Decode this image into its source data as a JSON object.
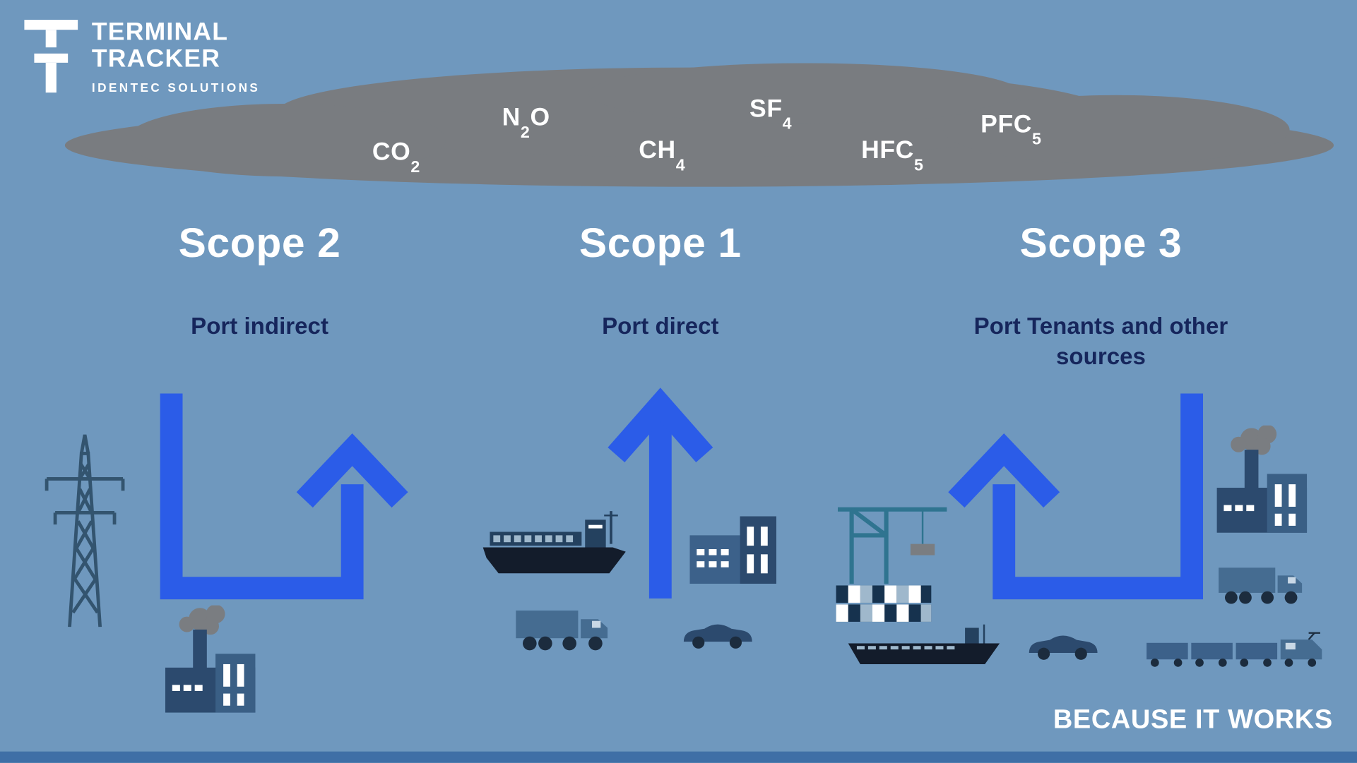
{
  "colors": {
    "background": "#6f98be",
    "cloud_gray": "#797c80",
    "arrow_blue": "#2b5ce8",
    "heading_white": "#ffffff",
    "subtitle_navy": "#16265c",
    "icon_navy": "#2c4a6e",
    "icon_steel": "#456c91",
    "hull_dark": "#131c2b",
    "crane_teal": "#2f7490",
    "footer_bar": "#3f6fa6"
  },
  "logo": {
    "title_line1": "TERMINAL",
    "title_line2": "TRACKER",
    "subtitle": "IDENTEC SOLUTIONS"
  },
  "cloud_gases": [
    {
      "pre": "CO",
      "sub": "2",
      "post": ""
    },
    {
      "pre": "N",
      "sub": "2",
      "post": "O"
    },
    {
      "pre": "CH",
      "sub": "4",
      "post": ""
    },
    {
      "pre": "SF",
      "sub": "4",
      "post": ""
    },
    {
      "pre": "HFC",
      "sub": "5",
      "post": ""
    },
    {
      "pre": "PFC",
      "sub": "5",
      "post": ""
    }
  ],
  "scopes": [
    {
      "title": "Scope 2",
      "subtitle": "Port indirect"
    },
    {
      "title": "Scope 1",
      "subtitle": "Port direct"
    },
    {
      "title": "Scope 3",
      "subtitle": "Port Tenants and other sources"
    }
  ],
  "icons": {
    "scope2": [
      "power-pylon",
      "factory"
    ],
    "scope1": [
      "cargo-ship",
      "office-building",
      "truck",
      "car"
    ],
    "scope3": [
      "container-crane",
      "cargo-ship",
      "car",
      "factory",
      "truck",
      "freight-train"
    ]
  },
  "footer": {
    "tagline": "BECAUSE IT WORKS"
  }
}
